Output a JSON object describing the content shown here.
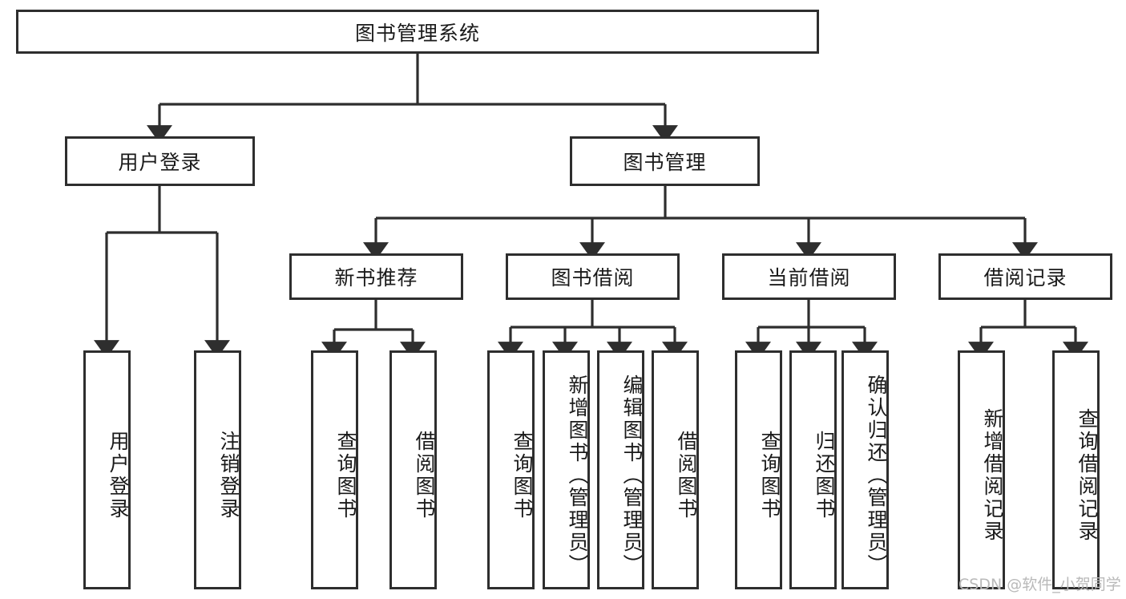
{
  "diagram": {
    "title": "图书管理系统",
    "watermark": "CSDN @软件_小贺同学",
    "line_color": "#2e2e2e",
    "box_fill": "#ffffff",
    "text_color": "#1a1a1a",
    "nodes": {
      "root": "图书管理系统",
      "user_login": "用户登录",
      "book_manage": "图书管理",
      "new_book_rec": "新书推荐",
      "book_borrow": "图书借阅",
      "current_borrow": "当前借阅",
      "borrow_record": "借阅记录",
      "leaf_user_login": "用户登录",
      "leaf_logout": "注销登录",
      "leaf_query_book_1": "查询图书",
      "leaf_borrow_book_1": "借阅图书",
      "leaf_query_book_2": "查询图书",
      "leaf_add_book_admin": "新增图书（管理员）",
      "leaf_edit_book_admin": "编辑图书（管理员）",
      "leaf_borrow_book_2": "借阅图书",
      "leaf_query_book_3": "查询图书",
      "leaf_return_book": "归还图书",
      "leaf_confirm_return_admin": "确认归还（管理员）",
      "leaf_add_record": "新增借阅记录",
      "leaf_query_record": "查询借阅记录"
    },
    "tree": {
      "label": "图书管理系统",
      "children": [
        {
          "label": "用户登录",
          "children": [
            {
              "label": "用户登录"
            },
            {
              "label": "注销登录"
            }
          ]
        },
        {
          "label": "图书管理",
          "children": [
            {
              "label": "新书推荐",
              "children": [
                {
                  "label": "查询图书"
                },
                {
                  "label": "借阅图书"
                }
              ]
            },
            {
              "label": "图书借阅",
              "children": [
                {
                  "label": "查询图书"
                },
                {
                  "label": "新增图书（管理员）"
                },
                {
                  "label": "编辑图书（管理员）"
                },
                {
                  "label": "借阅图书"
                }
              ]
            },
            {
              "label": "当前借阅",
              "children": [
                {
                  "label": "查询图书"
                },
                {
                  "label": "归还图书"
                },
                {
                  "label": "确认归还（管理员）"
                }
              ]
            },
            {
              "label": "借阅记录",
              "children": [
                {
                  "label": "新增借阅记录"
                },
                {
                  "label": "查询借阅记录"
                }
              ]
            }
          ]
        }
      ]
    }
  }
}
